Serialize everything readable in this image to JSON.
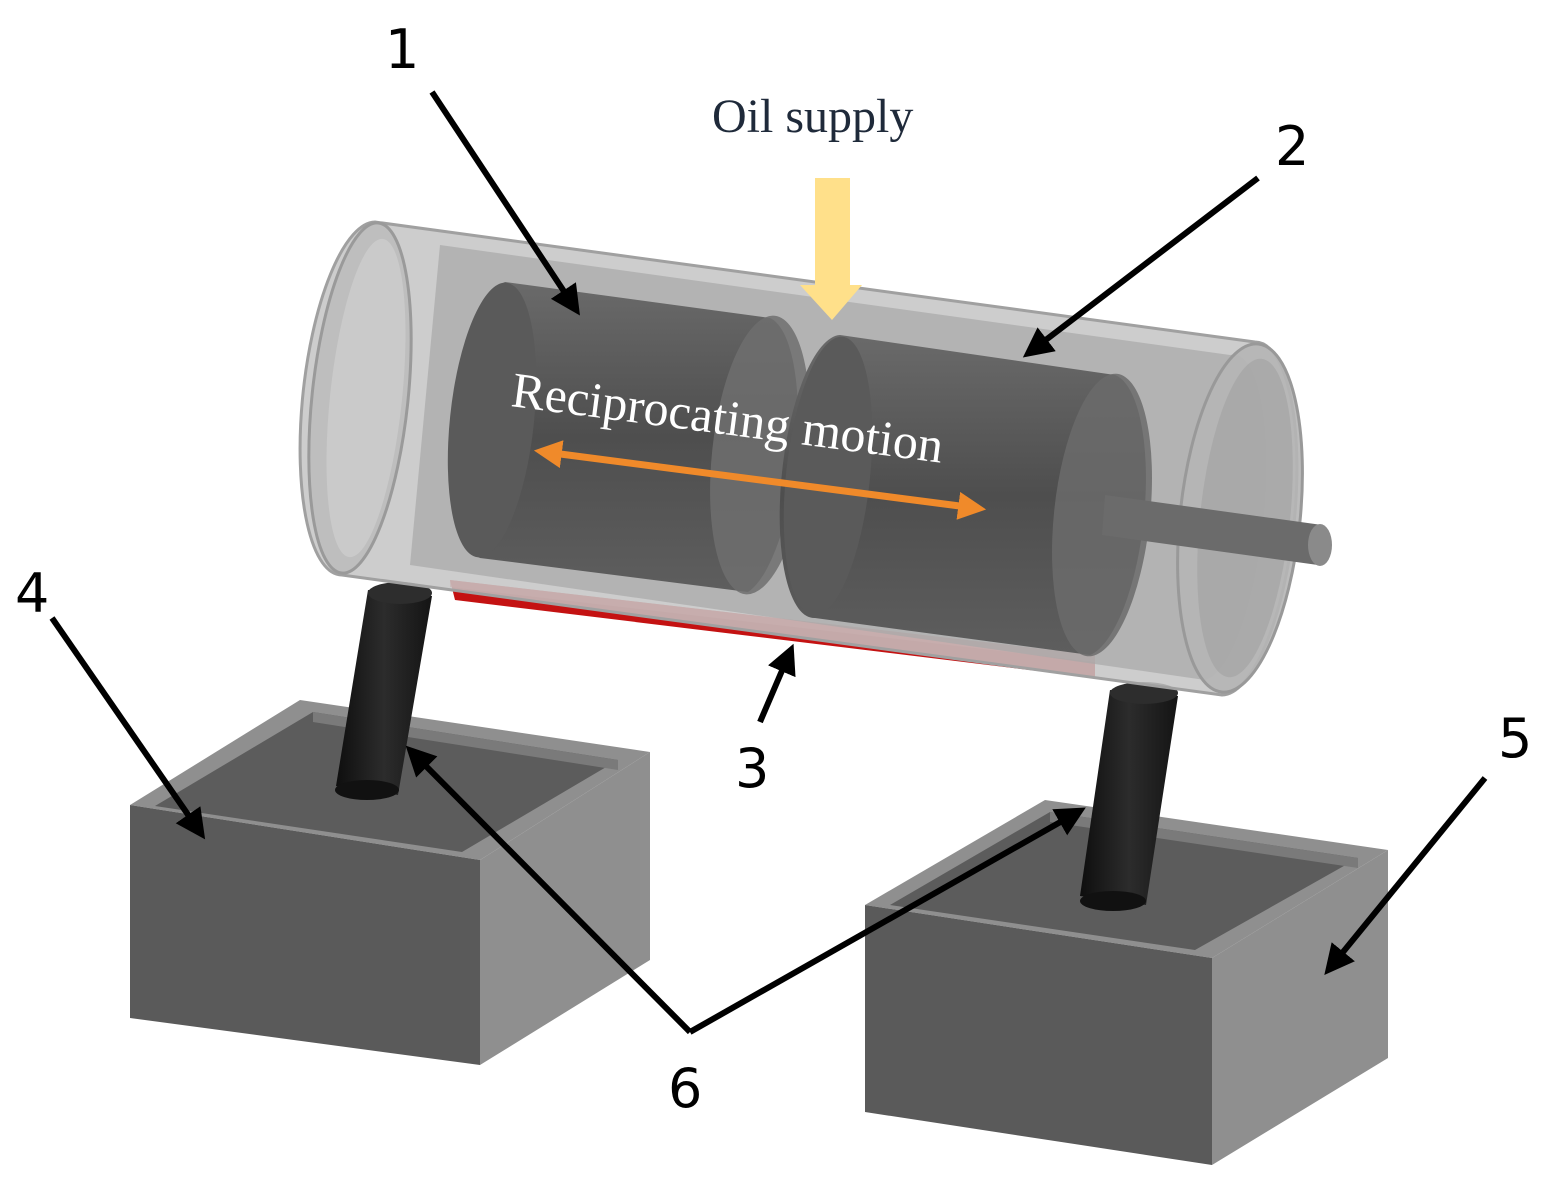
{
  "labels": {
    "part_1": "1",
    "part_2": "2",
    "part_3": "3",
    "part_4": "4",
    "part_5": "5",
    "part_6": "6",
    "oil_supply": "Oil supply",
    "reciprocating_motion": "Reciprocating motion"
  },
  "colors": {
    "housing": "#b3b3b3",
    "housing_edge": "#8c8c8c",
    "piston": "#555555",
    "rod": "#6b6b6b",
    "red_strip": "#c41212",
    "support_post": "#1c1c1c",
    "base_box": "#6e6e6e",
    "base_box_light": "#9a9a9a",
    "oil_arrow": "#ffe08a",
    "motion_arrow": "#f08a2a",
    "leader_arrow": "#000000"
  }
}
